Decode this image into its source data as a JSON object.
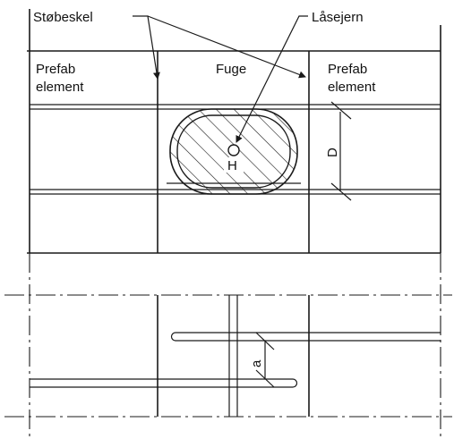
{
  "labels": {
    "formwork": "Støbeskel",
    "locking_bar": "Låsejern",
    "prefab_left_line1": "Prefab",
    "prefab_left_line2": "element",
    "joint": "Fuge",
    "prefab_right_line1": "Prefab",
    "prefab_right_line2": "element",
    "hole": "H",
    "depth": "D",
    "spacing": "a"
  }
}
